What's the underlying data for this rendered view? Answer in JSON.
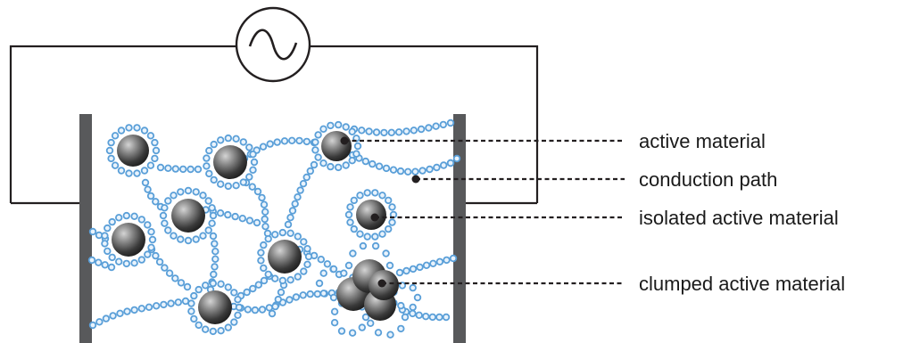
{
  "labels": {
    "active_material": "active material",
    "conduction_path": "conduction path",
    "isolated_active_material": "isolated active material",
    "clumped_active_material": "clumped active material"
  },
  "colors": {
    "electrode": "#58595b",
    "wire": "#231f20",
    "conductive_bead_fill": "#e9f3fc",
    "conductive_bead_stroke": "#5a9fd8",
    "particle_dark": "#2a2a2a",
    "particle_light": "#cfcfcf",
    "leader_line": "#231f20"
  },
  "icons": {
    "ac_source": "ac-source-sine-wave-icon"
  }
}
